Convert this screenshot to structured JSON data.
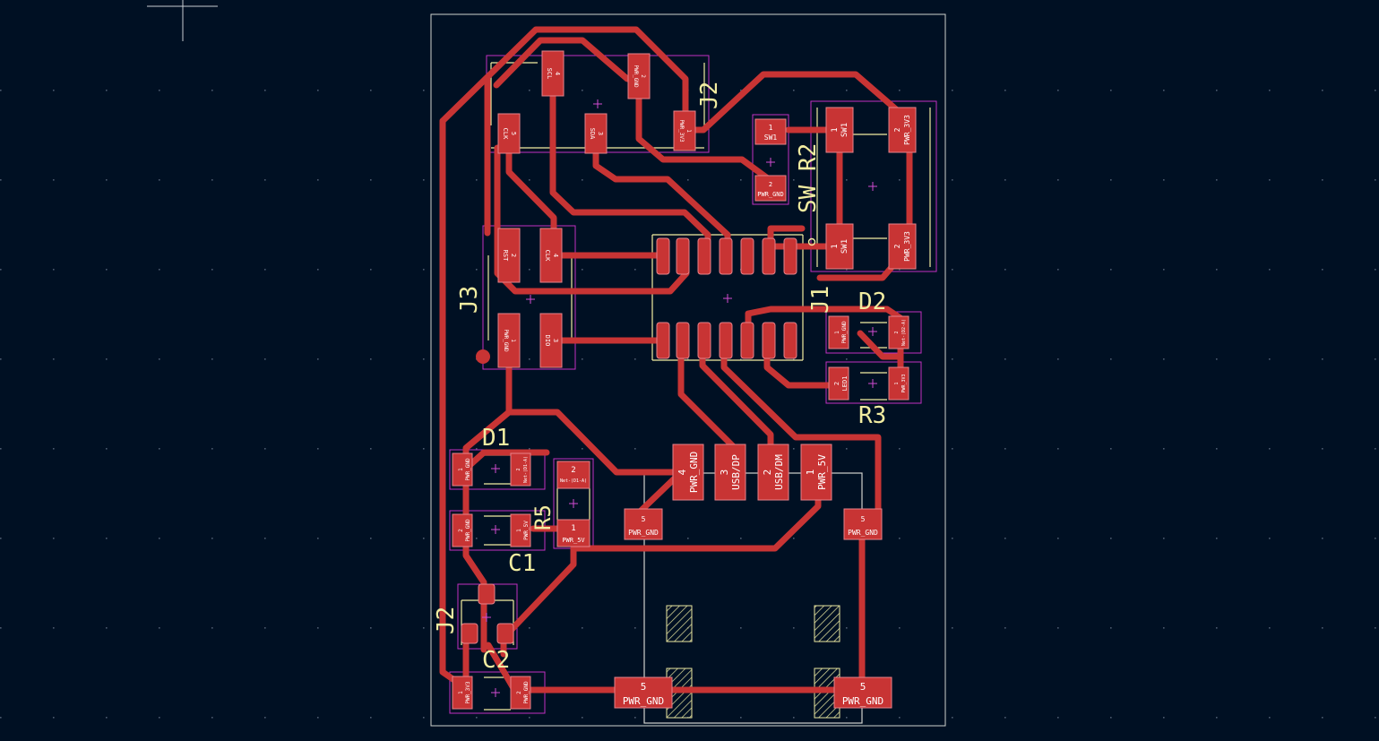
{
  "colors": {
    "background": "#001023",
    "copper": "#c83434",
    "silkscreen": "#f2eda1",
    "courtyard": "#c22fc2",
    "pad_outline": "#e9828a",
    "edge_cuts": "#d0d2cd",
    "grid_dot": "#4b5a6e"
  },
  "references": {
    "J2_top": "J2",
    "SW_R2": "SW R2",
    "J3": "J3",
    "J1": "J1",
    "D2": "D2",
    "R3": "R3",
    "D1": "D1",
    "R5": "R5",
    "C1": "C1",
    "J2_bottom": "J2",
    "C2": "C2"
  },
  "pads": {
    "j2_clk_num": "5",
    "j2_clk_net": "CLK",
    "j2_scl_num": "4",
    "j2_scl_net": "SCL",
    "j2_sda_num": "3",
    "j2_sda_net": "SDA",
    "j2_gnd_num": "2",
    "j2_gnd_net": "PWR_GND",
    "j2_3v3_num": "1",
    "j2_3v3_net": "PWR_3V3",
    "r2_sw1_num": "1",
    "r2_sw1_net": "SW1",
    "r2_gnd_num": "2",
    "r2_gnd_net": "PWR_GND",
    "sw_a_num": "1",
    "sw_a_net": "SW1",
    "sw_b_num": "2",
    "sw_b_net": "PWR_3V3",
    "sw_c_num": "1",
    "sw_c_net": "SW1",
    "sw_d_num": "2",
    "sw_d_net": "PWR_3V3",
    "j3_rst_num": "2",
    "j3_rst_net": "RST",
    "j3_clk_num": "4",
    "j3_clk_net": "CLK",
    "j3_gnd_num": "1",
    "j3_gnd_net": "PWR_GND",
    "j3_dio_num": "3",
    "j3_dio_net": "DIO",
    "d2_gnd_num": "1",
    "d2_gnd_net": "PWR_GND",
    "d2_led_num": "2",
    "d2_led_net": "Net-(D2-A)",
    "r3_led_num": "2",
    "r3_led_net": "LED1",
    "r3_3v3_num": "1",
    "r3_3v3_net": "PWR_3V3",
    "usb_4_num": "4",
    "usb_4_net": "PWR_GND",
    "usb_3_num": "3",
    "usb_3_net": "USB/DP",
    "usb_2_num": "2",
    "usb_2_net": "USB/DM",
    "usb_1_num": "1",
    "usb_1_net": "PWR_5V",
    "usb_5a_num": "5",
    "usb_5a_net": "PWR_GND",
    "usb_5b_num": "5",
    "usb_5b_net": "PWR_GND",
    "usb_5c_num": "5",
    "usb_5c_net": "PWR_GND",
    "usb_5d_num": "5",
    "usb_5d_net": "PWR_GND",
    "d1_gnd_num": "1",
    "d1_gnd_net": "PWR_GND",
    "d1_led_num": "2",
    "d1_led_net": "Net-(D1-A)",
    "r5_a_num": "2",
    "r5_a_net": "Net-(D1-A)",
    "r5_b_num": "1",
    "r5_b_net": "PWR_5V",
    "c1_gnd_num": "2",
    "c1_gnd_net": "PWR_GND",
    "c1_5v_num": "1",
    "c1_5v_net": "PWR_5V",
    "c2_3v3_num": "1",
    "c2_3v3_net": "PWR_3V3",
    "c2_gnd_num": "2",
    "c2_gnd_net": "PWR_GND"
  }
}
